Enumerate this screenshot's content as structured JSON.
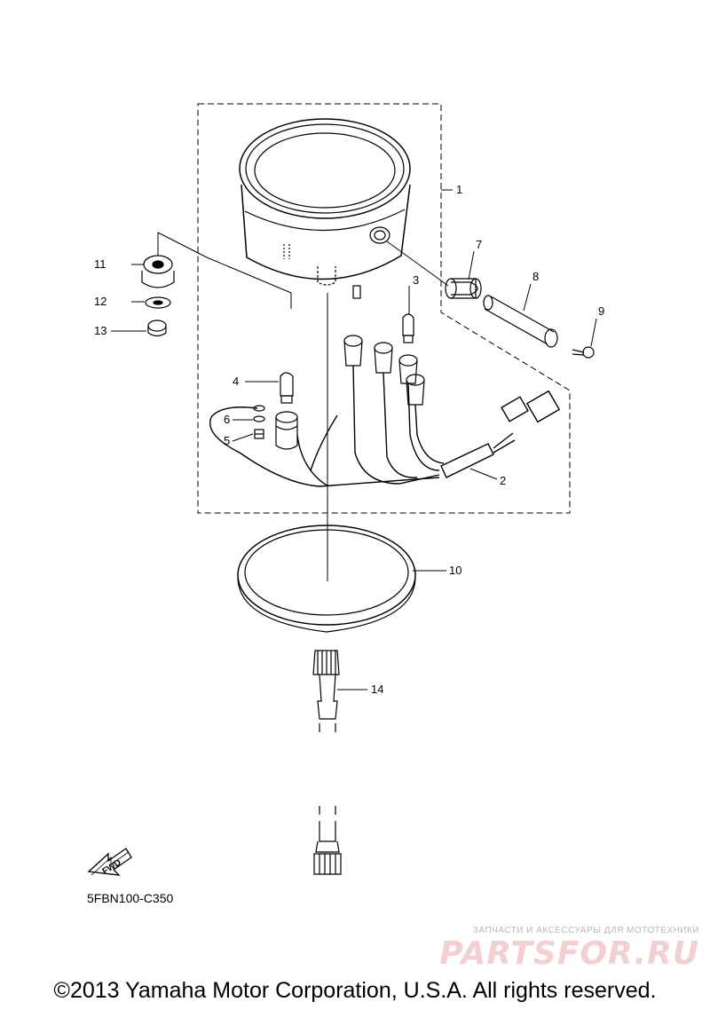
{
  "callouts": {
    "c1": "1",
    "c2": "2",
    "c3": "3",
    "c4": "4",
    "c5": "5",
    "c6": "6",
    "c7": "7",
    "c8": "8",
    "c9": "9",
    "c10": "10",
    "c11": "11",
    "c12": "12",
    "c13": "13",
    "c14": "14"
  },
  "fwd_label": "FWD",
  "diagram_code": "5FBN100-C350",
  "watermark": {
    "tagline": "ЗАПЧАСТИ И АКСЕССУАРЫ ДЛЯ МОТОТЕХНИКИ",
    "logo": "PARTSFOR.RU"
  },
  "copyright": "©2013 Yamaha Motor Corporation, U.S.A. All rights reserved."
}
